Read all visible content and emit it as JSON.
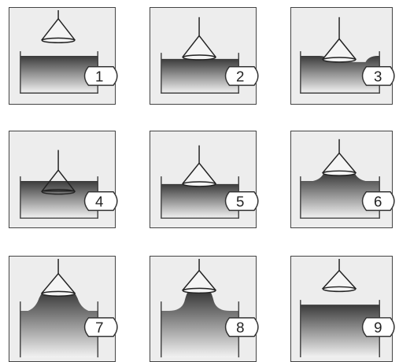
{
  "panels": [
    {
      "label": "1",
      "state": "cone above liquid"
    },
    {
      "label": "2",
      "state": "cone touching flat surface"
    },
    {
      "label": "3",
      "state": "surface dipping at contact"
    },
    {
      "label": "4",
      "state": "cone submerged"
    },
    {
      "label": "5",
      "state": "cone rim at surface"
    },
    {
      "label": "6",
      "state": "meniscus rising"
    },
    {
      "label": "7",
      "state": "meniscus raised high"
    },
    {
      "label": "8",
      "state": "liquid column formed"
    },
    {
      "label": "9",
      "state": "cone detached"
    }
  ],
  "colors": {
    "panel_bg": "#ededed",
    "liquid_top": "#3a3a3a",
    "liquid_bottom": "#f2f2f2",
    "stroke": "#444444"
  }
}
